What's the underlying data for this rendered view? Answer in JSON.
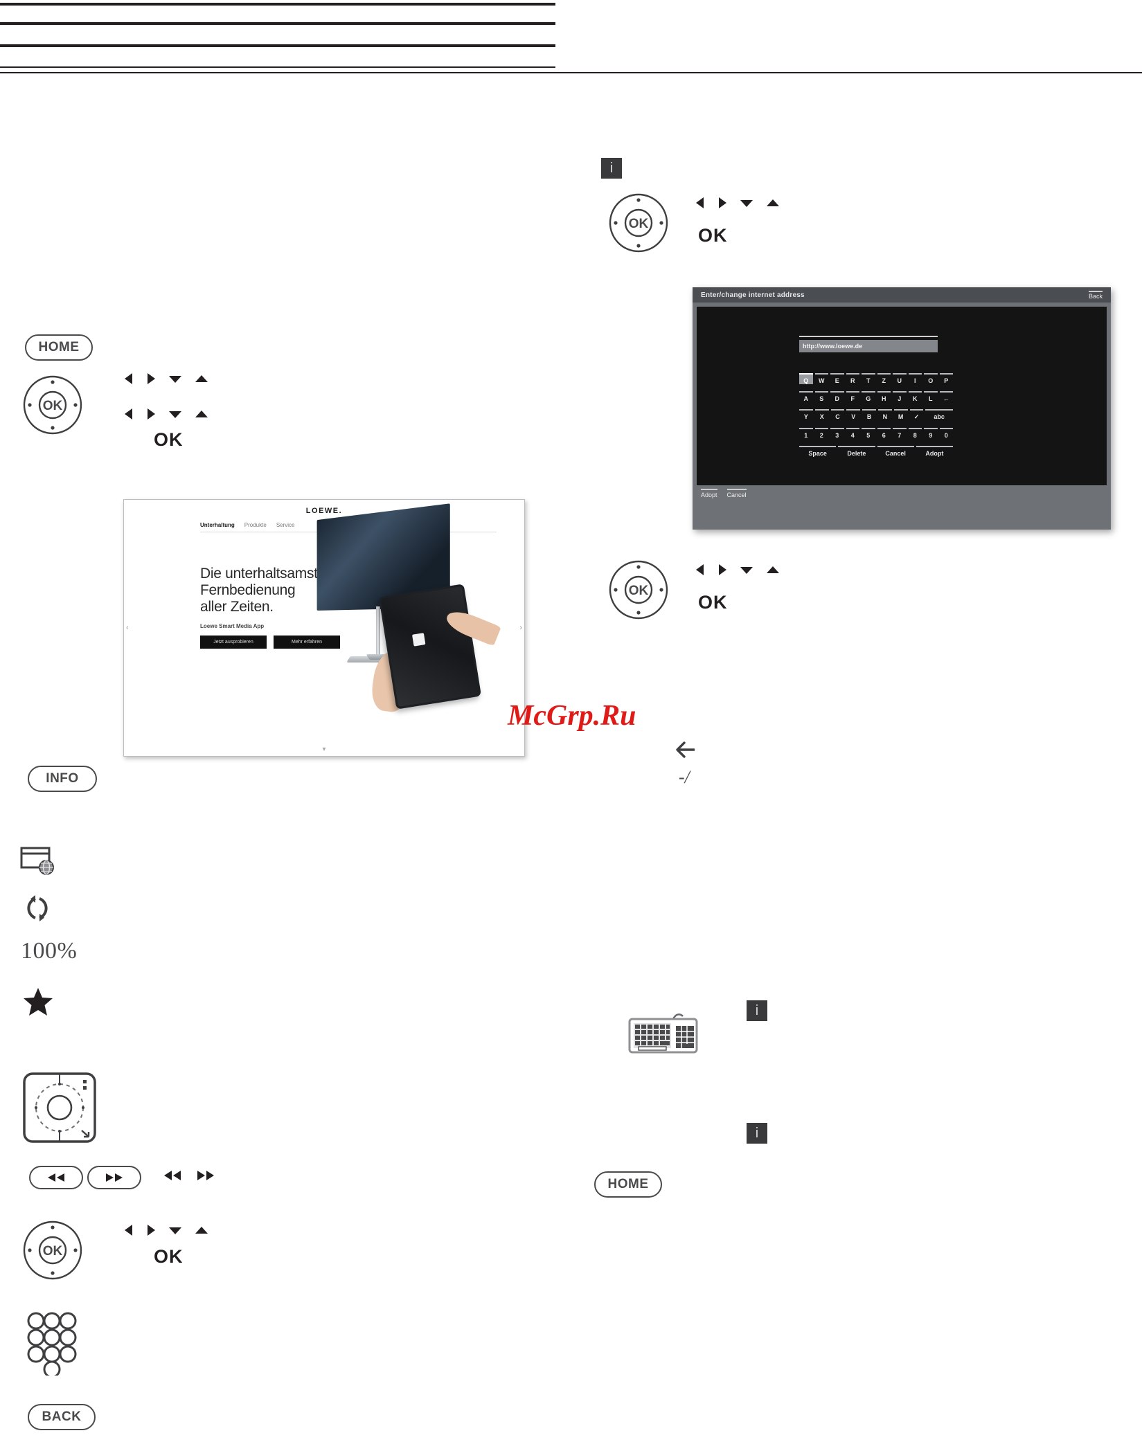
{
  "page": {
    "watermark": "McGrp.Ru",
    "accent_red": "#e01b17"
  },
  "left_column": {
    "home_button": "HOME",
    "ok_label_1": "OK",
    "info_button": "INFO",
    "zoom_level": "100%",
    "ok_label_2": "OK",
    "back_button": "BACK",
    "icons": [
      {
        "name": "browser-globe-icon",
        "label": "browser-globe-icon"
      },
      {
        "name": "reload-icon",
        "label": "reload-icon"
      },
      {
        "name": "star-icon",
        "label": "star-icon"
      },
      {
        "name": "touchpad-icon",
        "label": "touchpad-icon"
      },
      {
        "name": "rewind-button",
        "label": "rewind-button"
      },
      {
        "name": "forward-button",
        "label": "forward-button"
      },
      {
        "name": "numeric-keypad-icon",
        "label": "numeric-keypad-icon"
      }
    ]
  },
  "right_column": {
    "info_badge_1": "i",
    "ok_label_1": "OK",
    "ok_label_2": "OK",
    "dash_slash": "-/",
    "info_badge_2": "i",
    "info_badge_3": "i",
    "home_button": "HOME"
  },
  "webshot": {
    "brand": "LOEWE.",
    "nav": [
      {
        "label": "Unterhaltung",
        "active": true
      },
      {
        "label": "Produkte",
        "active": false
      },
      {
        "label": "Service",
        "active": false
      }
    ],
    "headline_lines": [
      "Die unterhaltsamste",
      "Fernbedienung",
      "aller Zeiten."
    ],
    "subline": "Loewe Smart Media App",
    "cta": [
      "Jetzt ausprobieren",
      "Mehr erfahren"
    ],
    "arrow_left": "‹",
    "arrow_right": "›",
    "dot_bottom": "▾"
  },
  "osd": {
    "title": "Enter/change internet address",
    "back_label": "Back",
    "url_value": "http://www.loewe.de",
    "keyboard_rows": [
      {
        "keys": [
          "Q",
          "W",
          "E",
          "R",
          "T",
          "Z",
          "U",
          "I",
          "O",
          "P"
        ],
        "selected_index": 0
      },
      {
        "keys": [
          "A",
          "S",
          "D",
          "F",
          "G",
          "H",
          "J",
          "K",
          "L",
          "←"
        ],
        "selected_index": -1
      },
      {
        "keys": [
          "Y",
          "X",
          "C",
          "V",
          "B",
          "N",
          "M",
          "✓",
          "abc"
        ],
        "selected_index": -1
      },
      {
        "keys": [
          "1",
          "2",
          "3",
          "4",
          "5",
          "6",
          "7",
          "8",
          "9",
          "0"
        ],
        "selected_index": -1
      }
    ],
    "function_keys": [
      "Space",
      "Delete",
      "Cancel",
      "Adopt"
    ],
    "footer_buttons": [
      "Adopt",
      "Cancel"
    ]
  }
}
